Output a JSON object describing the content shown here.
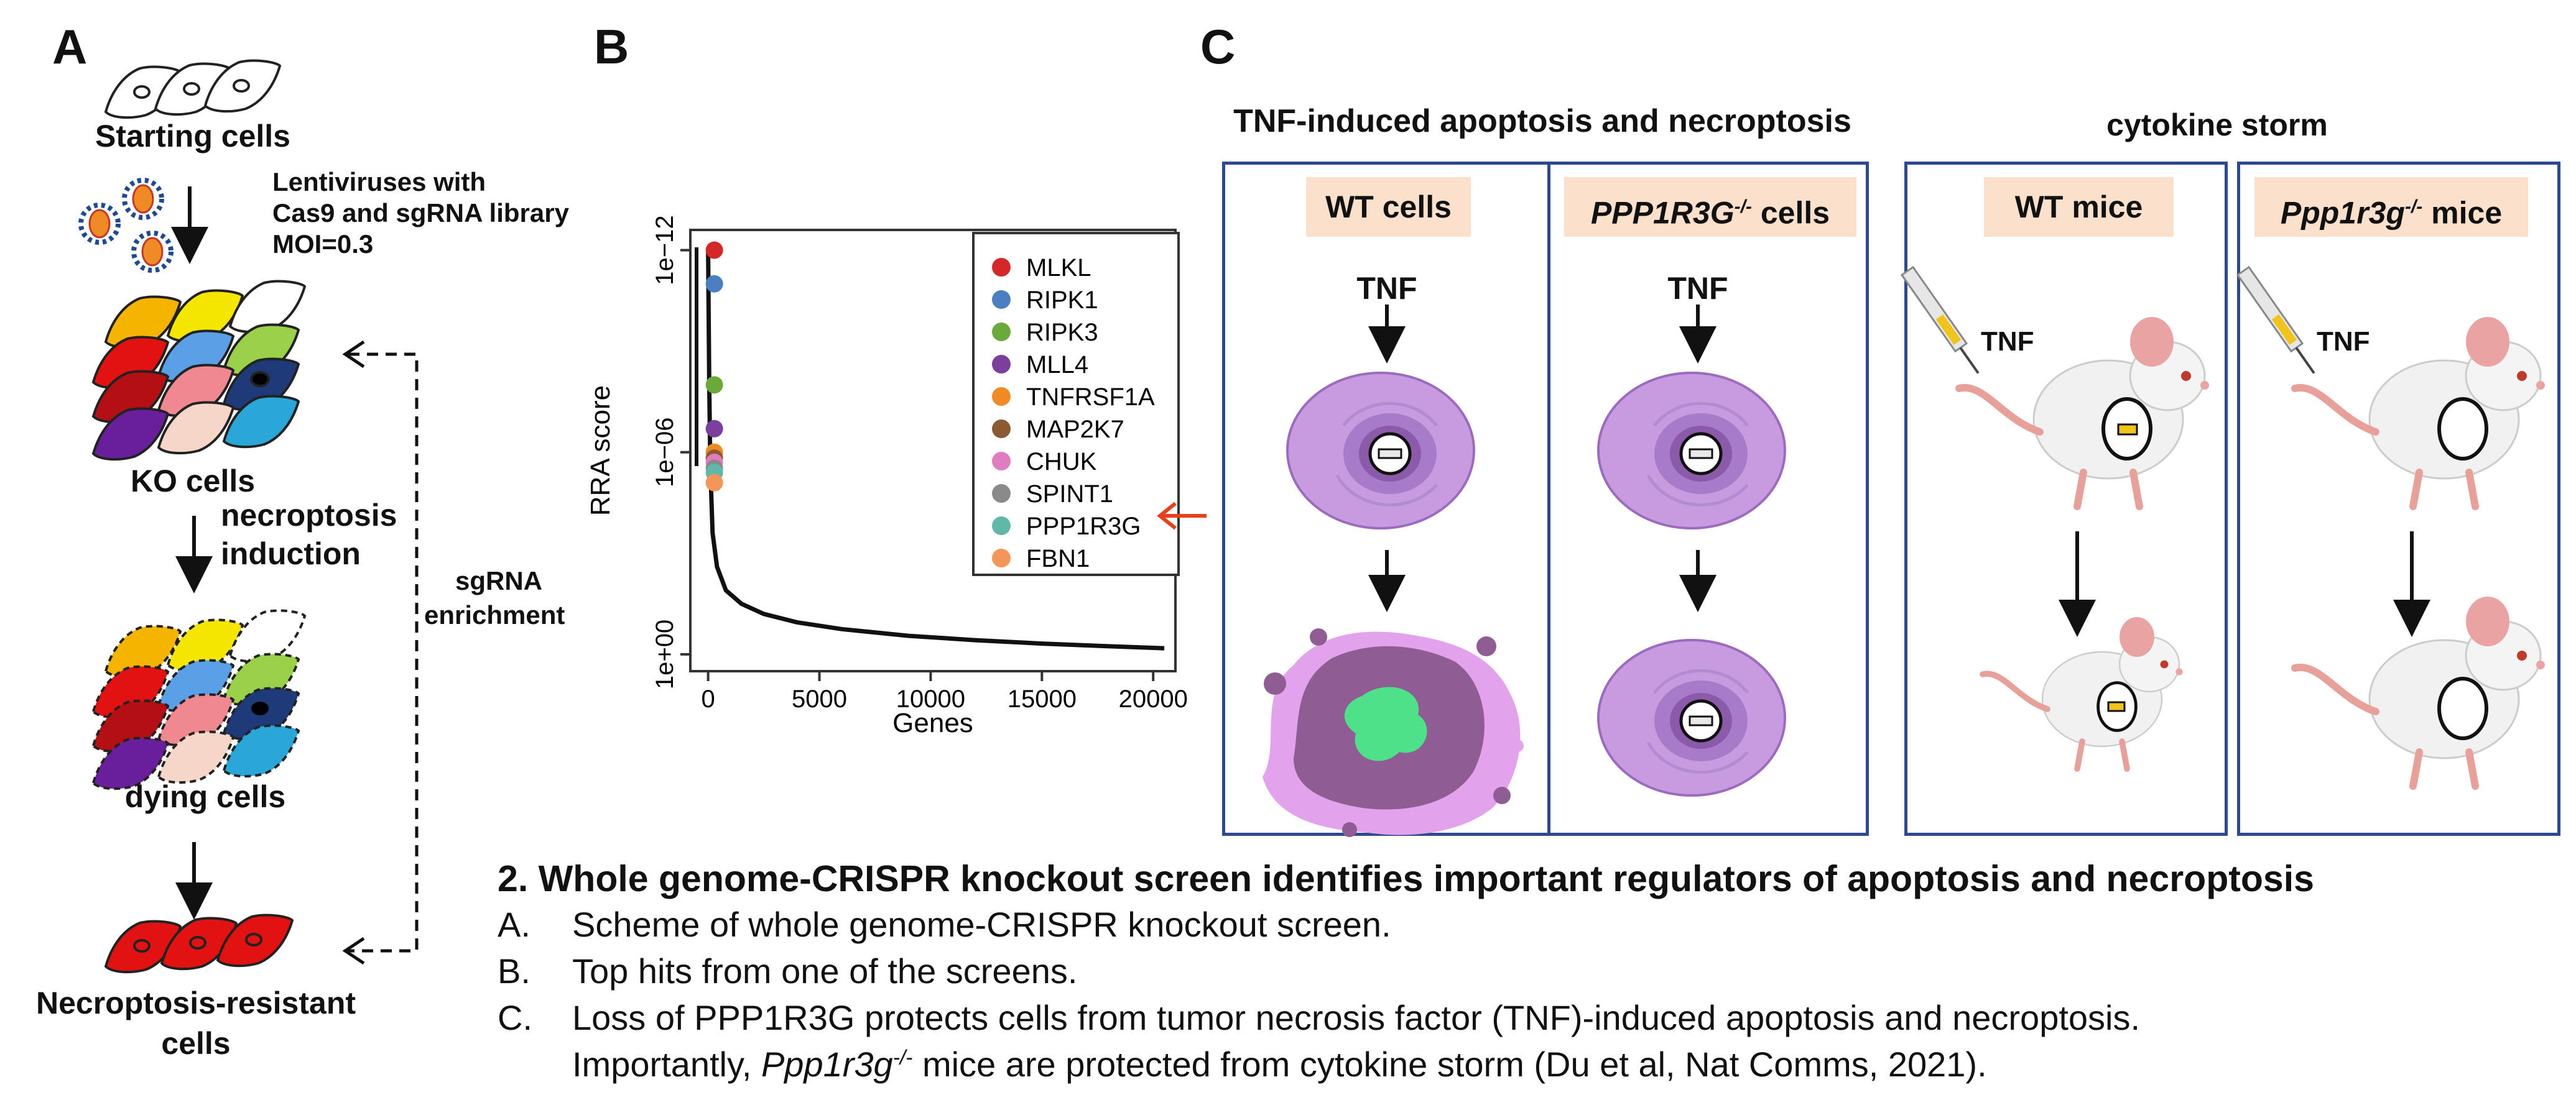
{
  "panels": {
    "a": "A",
    "b": "B",
    "c": "C"
  },
  "panel_a": {
    "starting_cells": "Starting cells",
    "lenti_line1": "Lentiviruses with",
    "lenti_line2": "Cas9 and sgRNA library",
    "lenti_line3": "MOI=0.3",
    "ko_cells": "KO cells",
    "necroptosis_line1": "necroptosis",
    "necroptosis_line2": "induction",
    "sgrna_line1": "sgRNA",
    "sgrna_line2": "enrichment",
    "dying_cells": "dying cells",
    "resistant_line1": "Necroptosis-resistant",
    "resistant_line2": "cells"
  },
  "panel_c": {
    "title_left": "TNF-induced apoptosis and necroptosis",
    "title_right": "cytokine storm",
    "wt_cells": "WT cells",
    "ko_cells_gene": "PPP1R3G",
    "ko_cells_sup": "-/-",
    "ko_cells_suffix": " cells",
    "wt_mice": "WT mice",
    "ko_mice_gene": "Ppp1r3g",
    "ko_mice_sup": "-/-",
    "ko_mice_suffix": " mice",
    "tnf": "TNF"
  },
  "caption": {
    "title": "2. Whole genome-CRISPR knockout screen identifies important regulators of apoptosis and necroptosis",
    "item_a_mark": "A.",
    "item_a": "Scheme of whole genome-CRISPR knockout screen.",
    "item_b_mark": "B.",
    "item_b": "Top hits from one of the screens.",
    "item_c_mark": "C.",
    "item_c_line1": "Loss of PPP1R3G protects cells from tumor necrosis factor (TNF)-induced apoptosis and necroptosis.",
    "item_c_line2_pre": "Importantly, ",
    "item_c_line2_gene": "Ppp1r3g",
    "item_c_line2_sup": "-/-",
    "item_c_line2_post": " mice are protected from cytokine storm (Du et al, Nat Comms, 2021)."
  },
  "chart_data": {
    "type": "scatter",
    "xlabel": "Genes",
    "ylabel": "RRA score",
    "x_ticks": [
      "0",
      "5000",
      "10000",
      "15000",
      "20000"
    ],
    "y_ticks": [
      "1e+00",
      "1e−06",
      "1e−12"
    ],
    "xlim": [
      -800,
      21000
    ],
    "ylim_log10": [
      0.5,
      -12.6
    ],
    "y_scale": "log, reversed",
    "legend_position": "top-right",
    "points": [
      {
        "name": "MLKL",
        "color": "#d62728",
        "x": 0,
        "y": 1e-12
      },
      {
        "name": "RIPK1",
        "color": "#4a7fc1",
        "x": 0,
        "y": 1e-11
      },
      {
        "name": "RIPK3",
        "color": "#6aaa3a",
        "x": 0,
        "y": 1e-08
      },
      {
        "name": "MLL4",
        "color": "#7b3f9e",
        "x": 0,
        "y": 2e-07
      },
      {
        "name": "TNFRSF1A",
        "color": "#f08a24",
        "x": 0,
        "y": 1e-06
      },
      {
        "name": "MAP2K7",
        "color": "#8c5a32",
        "x": 0,
        "y": 1.5e-06
      },
      {
        "name": "CHUK",
        "color": "#e07cc0",
        "x": 0,
        "y": 2e-06
      },
      {
        "name": "SPINT1",
        "color": "#8a8a8a",
        "x": 0,
        "y": 3e-06
      },
      {
        "name": "PPP1R3G",
        "color": "#5fb8a8",
        "x": 0,
        "y": 4e-06
      },
      {
        "name": "FBN1",
        "color": "#f4955a",
        "x": 0,
        "y": 8e-06
      }
    ],
    "curve": {
      "x": [
        0,
        50,
        100,
        200,
        400,
        800,
        1500,
        2500,
        4000,
        6000,
        9000,
        12000,
        15000,
        18000,
        20500
      ],
      "log10_y": [
        -12,
        -8,
        -5.5,
        -3.6,
        -2.6,
        -1.9,
        -1.5,
        -1.2,
        -0.95,
        -0.75,
        -0.55,
        -0.42,
        -0.32,
        -0.24,
        -0.18
      ]
    },
    "highlight": "PPP1R3G",
    "highlight_color": "#e8401c"
  }
}
